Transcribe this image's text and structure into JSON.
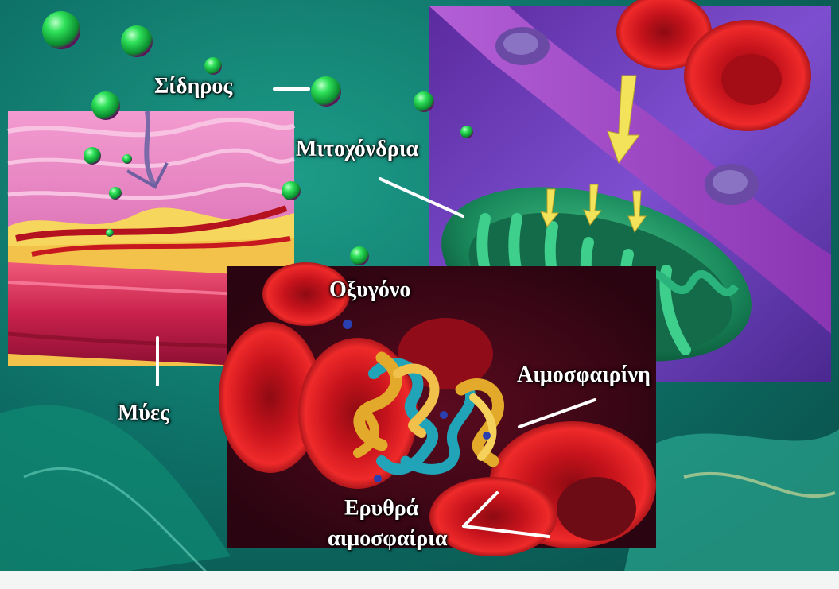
{
  "labels": {
    "iron": "Σίδηρος",
    "mitochondria": "Μιτοχόνδρια",
    "oxygen": "Οξυγόνο",
    "muscles": "Μύες",
    "hemoglobin": "Αιμοσφαιρίνη",
    "red_cells_line1": "Ερυθρά",
    "red_cells_line2": "αιμοσφαίρια"
  },
  "colors": {
    "background_teal": "#0f7f72",
    "iron_sphere": "#19d44a",
    "membrane_purple": "#9a3fbf",
    "mitochondrion_green": "#1f9a6a",
    "blood_red": "#c7131c",
    "hemoglobin_gold": "#e2a92a",
    "hemoglobin_cyan": "#21a3b8",
    "muscle_pink": "#ee8ac7"
  }
}
